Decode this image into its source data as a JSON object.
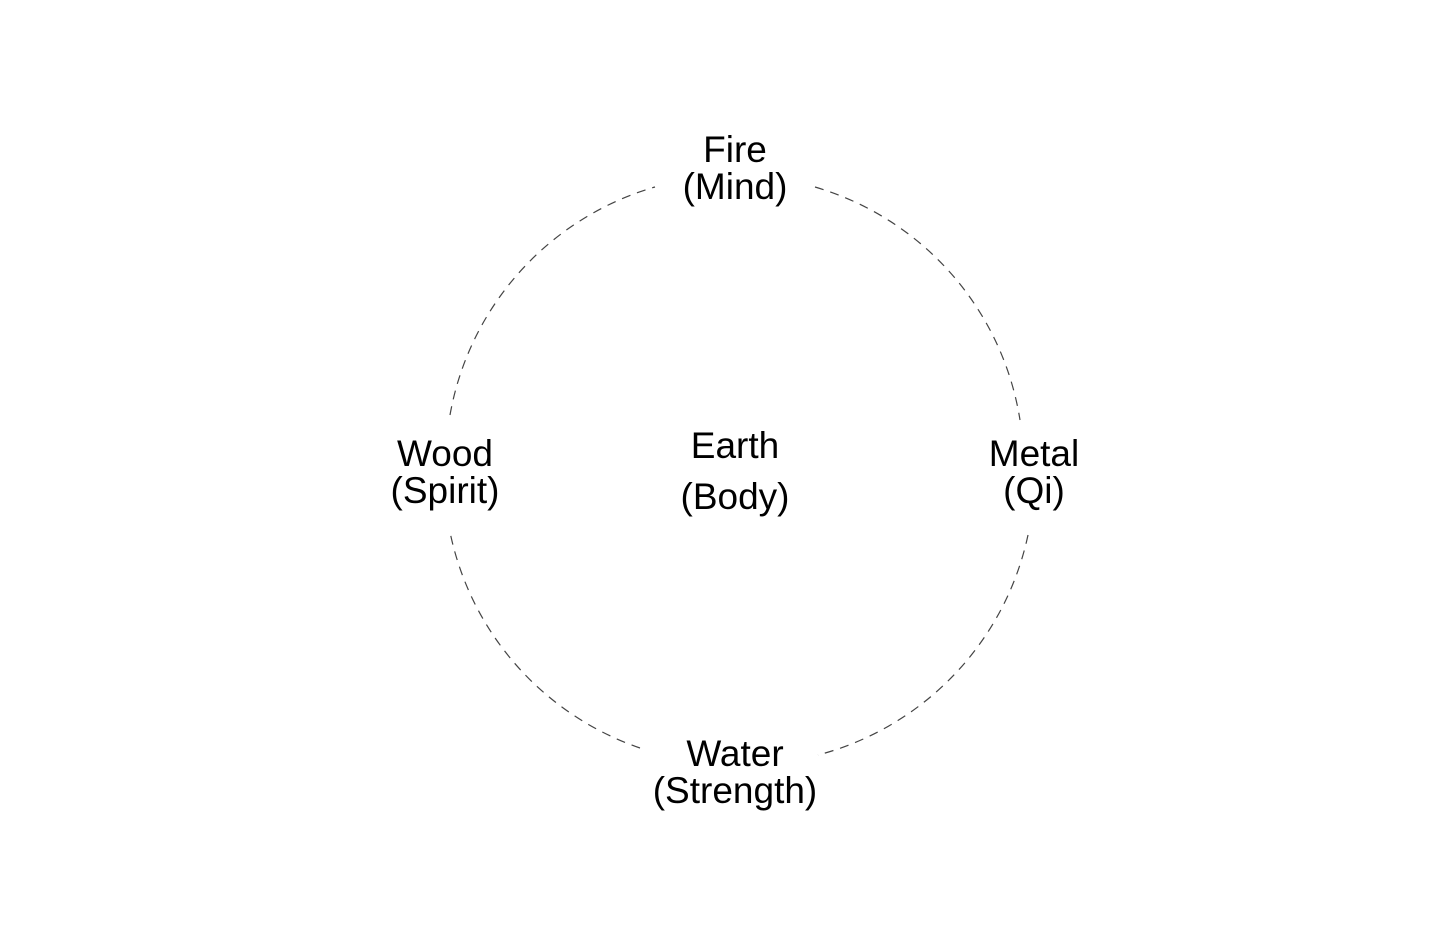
{
  "diagram": {
    "colors": {
      "background": "#ffffff",
      "text": "#000000",
      "ring": "#444444"
    },
    "elements": {
      "fire": {
        "name": "Fire",
        "aspect": "(Mind)"
      },
      "wood": {
        "name": "Wood",
        "aspect": "(Spirit)"
      },
      "earth": {
        "name": "Earth",
        "aspect": "(Body)"
      },
      "metal": {
        "name": "Metal",
        "aspect": "(Qi)"
      },
      "water": {
        "name": "Water",
        "aspect": "(Strength)"
      }
    }
  }
}
